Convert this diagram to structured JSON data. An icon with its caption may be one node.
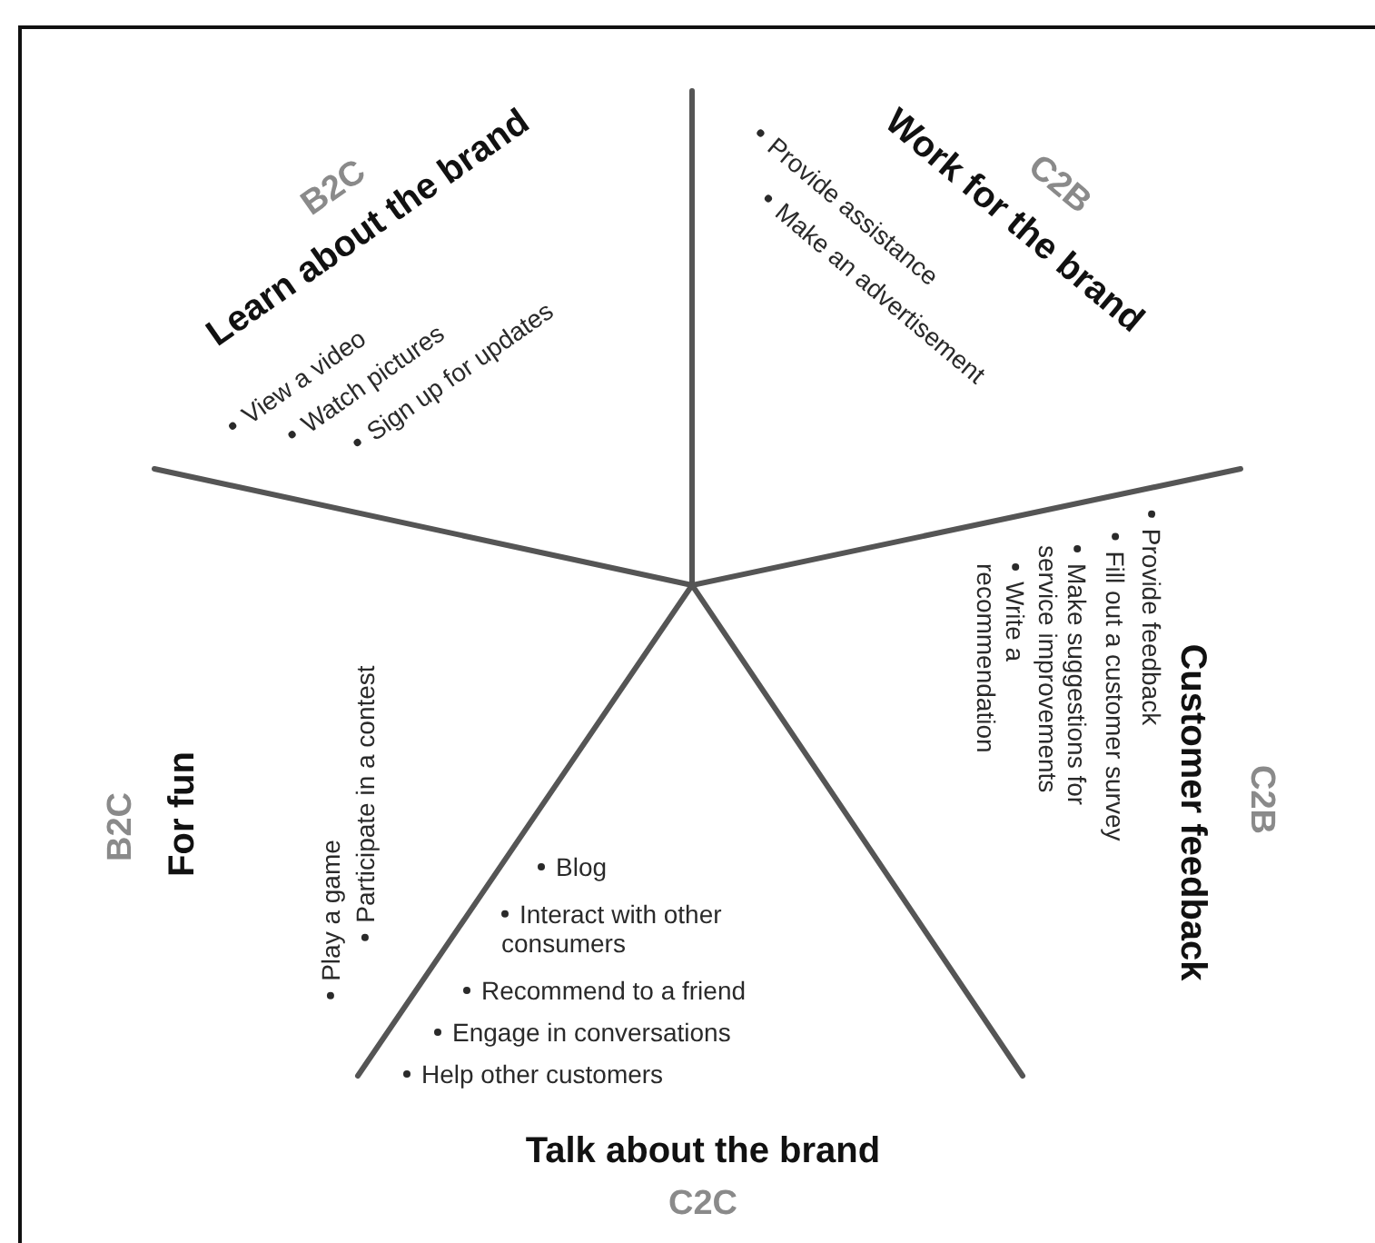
{
  "diagram": {
    "labels": [
      "B2C",
      "Learn about the brand",
      "View a video",
      "Watch pictures",
      "Sign up for updates",
      "Provide assistance",
      "Make an advertisement",
      "Work for the brand",
      "C2B",
      "B2C",
      "For fun",
      "Play a game",
      "Participate in a contest",
      "Blog",
      "Interact with other consumers",
      "Recommend to a friend",
      "Engage in conversations",
      "Help other customers",
      "Provide feedback",
      "Fill out a customer survey",
      "Make suggestions for service improvements",
      "Write a recommendation",
      "Customer feedback",
      "C2B",
      "Talk about the brand",
      "C2C"
    ]
  }
}
